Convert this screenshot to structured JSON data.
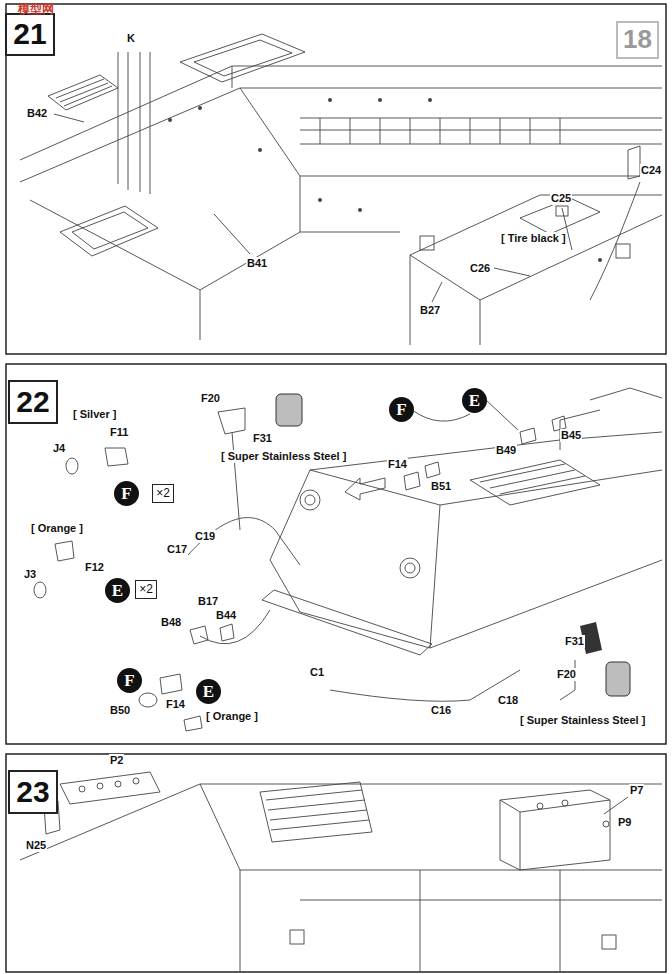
{
  "diagram": {
    "nodes": [
      {
        "text": [
          "21"
        ]
      },
      {
        "text": [
          "18"
        ]
      },
      {
        "text": [
          "22"
        ]
      },
      {
        "text": [
          "F"
        ]
      },
      {
        "text": [
          "E"
        ]
      },
      {
        "text": [
          "F"
        ]
      },
      {
        "text": [
          "×2"
        ]
      },
      {
        "text": [
          "E"
        ]
      },
      {
        "text": [
          "×2"
        ]
      },
      {
        "text": [
          "F"
        ]
      },
      {
        "text": [
          "E"
        ]
      },
      {
        "text": [
          "23"
        ]
      }
    ],
    "labels": [
      "模型网",
      "K",
      "B42",
      "B41",
      "C24",
      "C25",
      "[ Tire black ]",
      "C26",
      "B27",
      "F20",
      "F31",
      "[ Super Stainless Steel ]",
      "F11",
      "[ Silver ]",
      "J4",
      "C19",
      "C17",
      "[ Orange ]",
      "F12",
      "J3",
      "B17",
      "B44",
      "B48",
      "B50",
      "F14",
      "[ Orange ]",
      "C1",
      "C16",
      "C18",
      "F31",
      "F20",
      "[ Super Stainless Steel ]",
      "F14",
      "B51",
      "B49",
      "B45",
      "P2",
      "N25",
      "P7",
      "P9"
    ]
  }
}
